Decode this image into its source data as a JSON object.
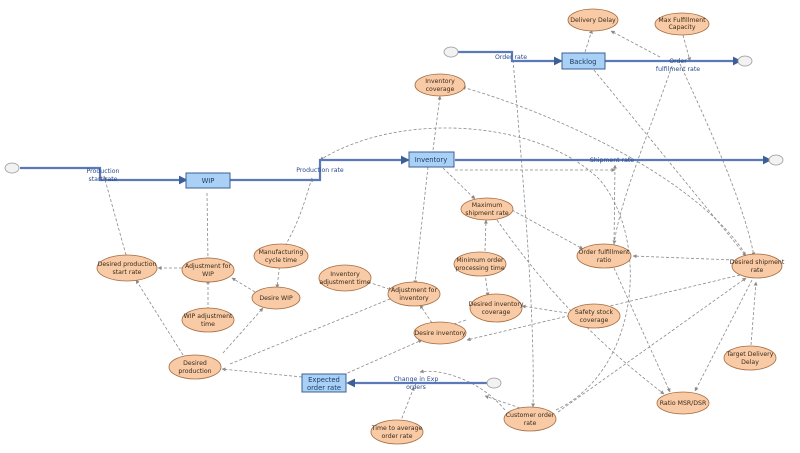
{
  "stocks": {
    "wip": "WIP",
    "inventory": "Inventory",
    "backlog": "Backlog",
    "expected_order_rate": [
      "Expected",
      "order rate"
    ]
  },
  "flows": {
    "production_start_rate": [
      "Production",
      "start rate"
    ],
    "production_rate": "Production rate",
    "shipment_rate": "Shipment rate",
    "order_rate": "Order rate",
    "order_fulfilment_rate": [
      "Order",
      "fulfilment rate"
    ],
    "change_in_exp_orders": [
      "Change in Exp",
      "orders"
    ]
  },
  "auxiliaries": {
    "delivery_delay": [
      "Delivery Delay"
    ],
    "max_fulfillment_capacity": [
      "Max Fulfillment",
      "Capacity"
    ],
    "inventory_coverage": [
      "Inventory",
      "coverage"
    ],
    "maximum_shipment_rate": [
      "Maximum",
      "shipment rate"
    ],
    "order_fulfillment_ratio": [
      "Order fulfillment",
      "ratio"
    ],
    "desired_shipment_rate": [
      "Desired shipment",
      "rate"
    ],
    "desired_production_start_rate": [
      "Desired production",
      "start rate"
    ],
    "adjustment_for_wip": [
      "Adjustment for",
      "WIP"
    ],
    "manufacturing_cycle_time": [
      "Manufacturing",
      "cycle time"
    ],
    "desire_wip": [
      "Desire WIP"
    ],
    "wip_adjustment_time": [
      "WIP adjustment",
      "time"
    ],
    "inventory_adjustment_time": [
      "Inventory",
      "adjustment time"
    ],
    "adjustment_for_inventory": [
      "Adjustment for",
      "inventory"
    ],
    "minimum_order_processing_time": [
      "Minimum order",
      "processing time"
    ],
    "desired_inventory_coverage": [
      "Desired inventory",
      "coverage"
    ],
    "safety_stock_coverage": [
      "Safety stock",
      "coverage"
    ],
    "desire_inventory": [
      "Desire inventory"
    ],
    "desired_production": [
      "Desired",
      "production"
    ],
    "target_delivery_delay": [
      "Target Delivery",
      "Delay"
    ],
    "ratio_msr_dsr": [
      "Ratio MSR/DSR"
    ],
    "customer_order_rate": [
      "Customer order",
      "rate"
    ],
    "time_to_average_order_rate": [
      "Time to average",
      "order rate"
    ]
  },
  "colors": {
    "auxiliary_fill": "#f8cba6",
    "auxiliary_border": "#a56a3d",
    "stock_fill": "#a9d1f5",
    "stock_border": "#3c5f96",
    "flow_pipe": "#5b79b8",
    "link": "#8a8a8a"
  }
}
